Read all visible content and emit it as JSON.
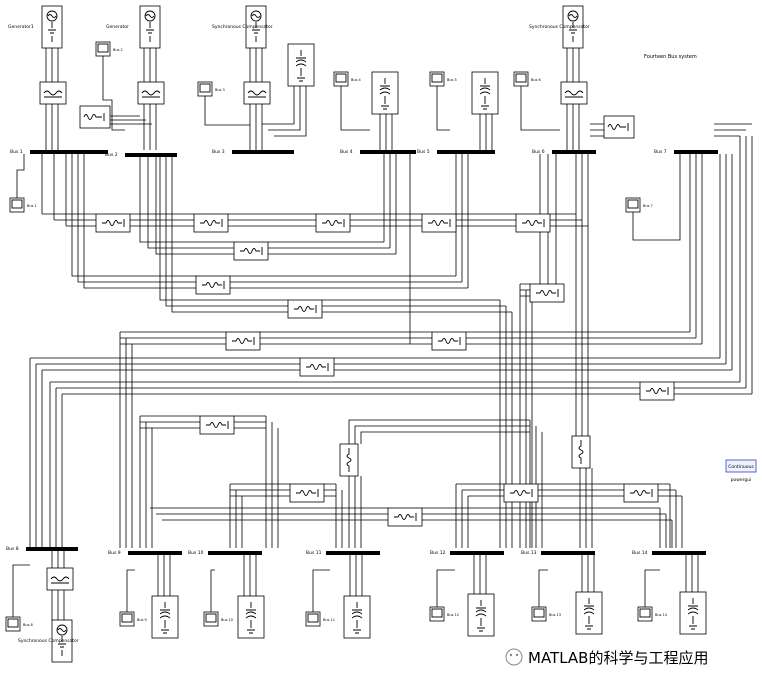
{
  "title": "Fourteen Bus system",
  "watermark": "MATLAB的科学与工程应用",
  "solver": {
    "line1": "Continuous",
    "label": "powergui"
  },
  "buses": [
    "Bus 1",
    "Bus 2",
    "Bus 3",
    "Bus 4",
    "Bus 5",
    "Bus 6",
    "Bus 7",
    "Bus 8",
    "Bus 9",
    "Bus 10",
    "Bus 11",
    "Bus 12",
    "Bus 13",
    "Bus 14"
  ],
  "generators": [
    {
      "id": "g1",
      "label": "Generator1"
    },
    {
      "id": "g2",
      "label": "Generator"
    },
    {
      "id": "g3",
      "label": "Synchronous Compensator"
    },
    {
      "id": "g6",
      "label": "Synchronous Compensator"
    },
    {
      "id": "g8",
      "label": "Synchronous Compensator"
    }
  ],
  "scopes": [
    "Bus 1",
    "Bus 2",
    "Bus 3",
    "Bus 4",
    "Bus 5",
    "Bus 6",
    "Bus 7",
    "Bus 8",
    "Bus 9",
    "Bus 10",
    "Bus 11",
    "Bus 12",
    "Bus 13",
    "Bus 14"
  ],
  "lines": [
    "line-1-2",
    "line-2-3",
    "line-2-4",
    "line-4-5",
    "line-5-6",
    "line-1-5",
    "line-2-5",
    "line-3-4",
    "line-4-7",
    "line-5-9",
    "line-6-11",
    "line-6-12",
    "line-6-13",
    "line-7-8",
    "line-7-9",
    "line-9-10",
    "line-9-14",
    "line-10-11",
    "line-12-13",
    "line-13-14"
  ],
  "loads": [
    "load-2",
    "load-3",
    "load-4",
    "load-5",
    "load-6",
    "load-9",
    "load-10",
    "load-11",
    "load-12",
    "load-13",
    "load-14"
  ],
  "colors": {
    "ink": "#000000",
    "solver_border": "#3a3ad0",
    "watermark": "#555555"
  }
}
